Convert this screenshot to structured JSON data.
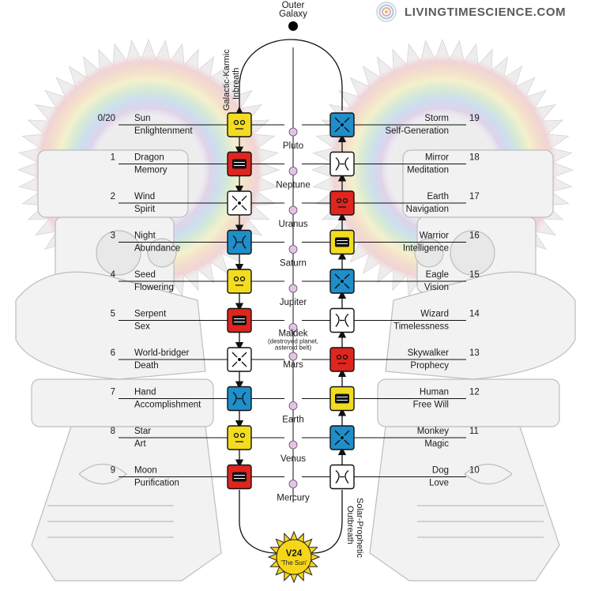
{
  "brand": {
    "text": "LIVINGTIMESCIENCE.COM",
    "logo_icon": "spiral-logo-icon"
  },
  "top_label": [
    "Outer",
    "Galaxy"
  ],
  "inbreath_label": [
    "Galactic-Karmic",
    "Inbreath"
  ],
  "outbreath_label": [
    "Solar-Prophetic",
    "Outbreath"
  ],
  "sun": {
    "line1": "V24",
    "line2": "'The Sun'"
  },
  "left_column": [
    {
      "num": "0/20",
      "name": "Sun",
      "sub": "Enlightenment",
      "color": "#f2dc1f"
    },
    {
      "num": "1",
      "name": "Dragon",
      "sub": "Memory",
      "color": "#e0251f"
    },
    {
      "num": "2",
      "name": "Wind",
      "sub": "Spirit",
      "color": "#ffffff"
    },
    {
      "num": "3",
      "name": "Night",
      "sub": "Abundance",
      "color": "#1f8ec9"
    },
    {
      "num": "4",
      "name": "Seed",
      "sub": "Flowering",
      "color": "#f2dc1f"
    },
    {
      "num": "5",
      "name": "Serpent",
      "sub": "Sex",
      "color": "#e0251f"
    },
    {
      "num": "6",
      "name": "World-bridger",
      "sub": "Death",
      "color": "#ffffff"
    },
    {
      "num": "7",
      "name": "Hand",
      "sub": "Accomplishment",
      "color": "#1f8ec9"
    },
    {
      "num": "8",
      "name": "Star",
      "sub": "Art",
      "color": "#f2dc1f"
    },
    {
      "num": "9",
      "name": "Moon",
      "sub": "Purification",
      "color": "#e0251f"
    }
  ],
  "right_column": [
    {
      "num": "19",
      "name": "Storm",
      "sub": "Self-Generation",
      "color": "#1f8ec9"
    },
    {
      "num": "18",
      "name": "Mirror",
      "sub": "Meditation",
      "color": "#ffffff"
    },
    {
      "num": "17",
      "name": "Earth",
      "sub": "Navigation",
      "color": "#e0251f"
    },
    {
      "num": "16",
      "name": "Warrior",
      "sub": "Intelligence",
      "color": "#f2dc1f"
    },
    {
      "num": "15",
      "name": "Eagle",
      "sub": "Vision",
      "color": "#1f8ec9"
    },
    {
      "num": "14",
      "name": "Wizard",
      "sub": "Timelessness",
      "color": "#ffffff"
    },
    {
      "num": "13",
      "name": "Skywalker",
      "sub": "Prophecy",
      "color": "#e0251f"
    },
    {
      "num": "12",
      "name": "Human",
      "sub": "Free Will",
      "color": "#f2dc1f"
    },
    {
      "num": "11",
      "name": "Monkey",
      "sub": "Magic",
      "color": "#1f8ec9"
    },
    {
      "num": "10",
      "name": "Dog",
      "sub": "Love",
      "color": "#ffffff"
    }
  ],
  "planets": [
    {
      "name": "Pluto"
    },
    {
      "name": "Neptune"
    },
    {
      "name": "Uranus"
    },
    {
      "name": "Saturn"
    },
    {
      "name": "Jupiter"
    },
    {
      "name": "Maldek",
      "note1": "(destroyed planet,",
      "note2": "asteroid belt)"
    },
    {
      "name": "Mars"
    },
    {
      "name": "Earth"
    },
    {
      "name": "Venus"
    },
    {
      "name": "Mercury"
    }
  ]
}
